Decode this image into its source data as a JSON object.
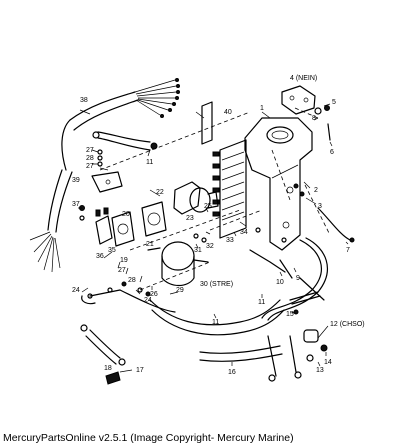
{
  "caption": "MercuryPartsOnline v2.5.1 (Image Copyright- Mercury Marine)",
  "annotations": {
    "nein": "4 (NEIN)",
    "stre": "30 (STRE)",
    "chso": "12 (CHSO)"
  },
  "part_numbers": [
    "1",
    "2",
    "3",
    "5",
    "6",
    "7",
    "8",
    "9",
    "10",
    "11",
    "13",
    "14",
    "15",
    "16",
    "17",
    "18",
    "19",
    "20",
    "21",
    "22",
    "23",
    "24",
    "25",
    "26",
    "27",
    "28",
    "29",
    "31",
    "32",
    "33",
    "34",
    "35",
    "36",
    "37",
    "38",
    "39",
    "40"
  ]
}
